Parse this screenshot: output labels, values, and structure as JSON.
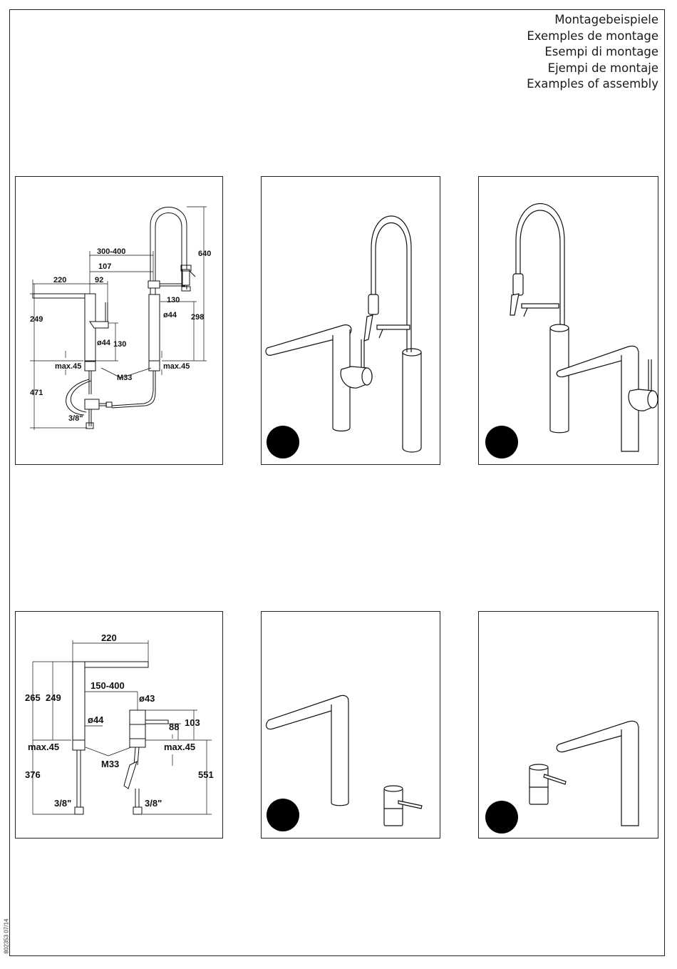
{
  "titles": [
    "Montagebeispiele",
    "Exemples de montage",
    "Esempi di montage",
    "Ejempi de montaje",
    "Examples of assembly"
  ],
  "doc_code": "802353 07/14",
  "drawing1": {
    "d300_400": "300-400",
    "d107": "107",
    "d92": "92",
    "d220": "220",
    "d640": "640",
    "d130a": "130",
    "d44a": "ø44",
    "d298": "298",
    "d249": "249",
    "d44b": "ø44",
    "d130b": "130",
    "max45_left": "max.45",
    "max45_right": "max.45",
    "m33": "M33",
    "d471": "471",
    "d38": "3/8\""
  },
  "drawing2": {
    "d220": "220",
    "d265": "265",
    "d249": "249",
    "d150_400": "150-400",
    "d43": "ø43",
    "d44": "ø44",
    "d88": "88",
    "d103": "103",
    "max45_left": "max.45",
    "max45_right": "max.45",
    "m33": "M33",
    "d376": "376",
    "d551": "551",
    "d38_left": "3/8\"",
    "d38_right": "3/8\""
  }
}
